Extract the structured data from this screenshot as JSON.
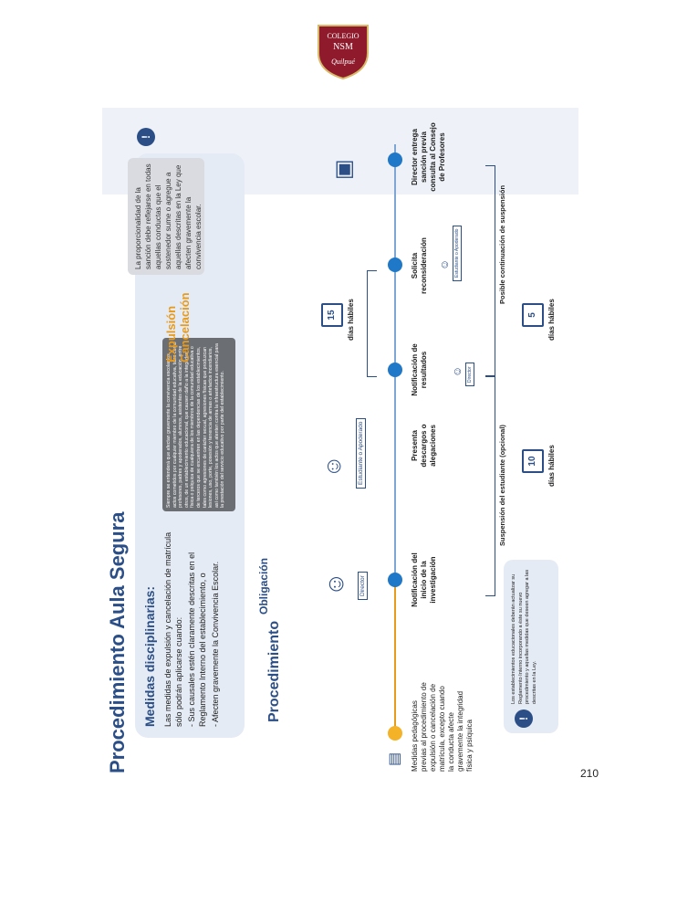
{
  "logo": {
    "line1": "COLEGIO",
    "line2": "NSM",
    "line3": "Quilpué"
  },
  "page_number": "210",
  "poster": {
    "title": "Procedimiento Aula Segura",
    "medidas": {
      "title": "Medidas disciplinarias:",
      "intro": "Las medidas de expulsión y cancelación de matrícula sólo podrán aplicarse cuando:",
      "item1": "- Sus causales estén claramente descritas en el Reglamento Interno del establecimiento, o",
      "item2": "- Afecten gravemente la Convivencia Escolar."
    },
    "gray_note": "Siempre se entenderá que afectan gravemente la convivencia escolar los actos cometidos por cualquier miembro de la comunidad educativa, tales como profesores, padres y apoderados, alumnos, asistentes de la educación, entre otros, de un establecimiento educacional, que causen daño a la integridad física o psíquica de cualquiera de los miembros de la comunidad educativa o de terceros que se encuentren en las dependencias de los establecimientos, tales como agresiones de carácter sexual, agresiones físicas que produzcan lesiones, uso, porte, posesión y tenencia de armas o artefactos incendiarios, así como también los actos que atenten contra la infraestructura esencial para la prestación del servicio educativo por parte del establecimiento.",
    "exp_label_1": "Expulsión",
    "exp_label_2": "Cancelación",
    "prop_text": "La proporcionalidad de la sanción debe reflejarse en todas aquellas conductas que el sostenedor sume o agregue a aquellas descritas en la Ley que afecten gravemente la convivencia escolar.",
    "alert_symbol": "!",
    "obligacion": "Obligación",
    "procedimiento": "Procedimiento",
    "steps": [
      {
        "label": "Medidas pedagógicas previas al procedimiento de expulsión o cancelación de matrícula, excepto cuando la conducta afecte gravemente la integridad física y psíquica"
      },
      {
        "label": "Notificación del inicio de la investigación"
      },
      {
        "label": "Presenta descargos o alegaciones"
      },
      {
        "label": "Notificación de resultados"
      },
      {
        "label": "Solicita reconsideración"
      },
      {
        "label": "Director entrega sanción previa consulta al Consejo de Profesores"
      }
    ],
    "badges": {
      "director": "Director",
      "estudiante": "Estudiante o Apoderado",
      "director_small": "Director",
      "estudiante_small": "Estudiante o Apoderado"
    },
    "calendars": [
      {
        "number": "10",
        "label": "días hábiles"
      },
      {
        "number": "15",
        "label": "días hábiles"
      },
      {
        "number": "5",
        "label": "días hábiles"
      }
    ],
    "bottom_labels": {
      "suspension": "Suspensión del estudiante (opcional)",
      "continuacion": "Posible continuación de suspensión"
    },
    "bottom_note": "Los establecimientos educacionales deberán actualizar su Reglamento Interno incorporando a éste su nuevo procedimiento y aquellas medidas que deseen agregar a las descritas en la Ley."
  }
}
